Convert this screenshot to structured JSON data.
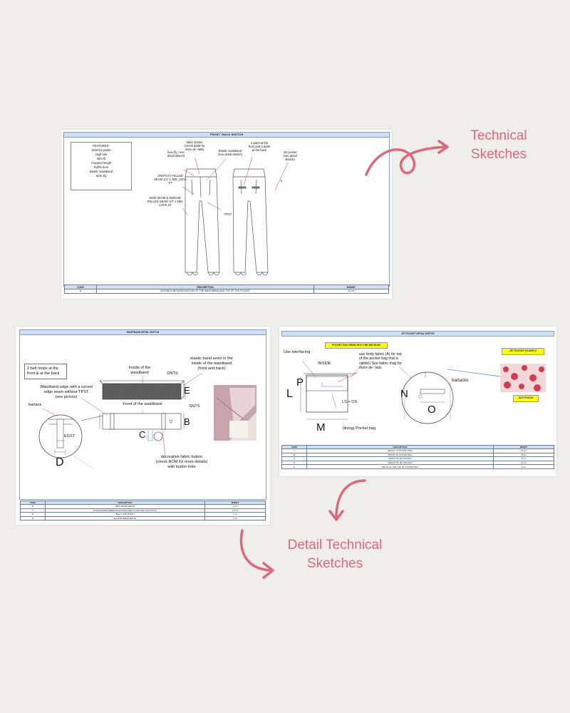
{
  "captions": {
    "technical_line1": "Technical",
    "technical_line2": "Sketches",
    "detail_line1": "Detail Technical",
    "detail_line2": "Sketches"
  },
  "colors": {
    "background": "#efeeea",
    "caption": "#d9697b",
    "header": "#cfe0f3",
    "highlight": "#ffff00"
  },
  "sheet1": {
    "header": "FRONT / BACK SKETCH",
    "features_title": "FEATURES:",
    "features": [
      "Stretchy pants",
      "High-rise",
      "Slim fit",
      "Cropped length",
      "Ruffle hem",
      "Elastic waistband",
      "Side zip"
    ],
    "callouts": {
      "fabric_button": "fabric button (check BOM for more de- tails)",
      "fly": "faux fly ( see detail sketch)",
      "elastic_waistband": "Elastic waistband (see detail sketch)",
      "darts": "2 darts at the front and 2 darts at the back",
      "jet_pocket": "Jet pocket (see detail sketch)",
      "crotch": "CROTCH: FELLED SEAM 1/4\" 1 NDL LOCK ST",
      "side_seam": "SIDE SEAM & INSEAM: FELLED SEAM 1/4\" 1 NDL LOCK ST",
      "tpst": "TPST",
      "a": "A"
    },
    "table": {
      "headers": [
        "CODE",
        "DESCRIPTION",
        "MSMNT"
      ],
      "rows": [
        [
          "A",
          "DISTANCE BETWEEN BOTOM OF THE WAISTBAND AND TOP OF THE POCKET",
          "12 cm"
        ]
      ]
    }
  },
  "sheet2": {
    "header": "WAISTBAND DETAIL SKETCH",
    "callouts": {
      "belt_loops": "2 belt loops at the front & at the back",
      "inside": "Inside of the waistband",
      "dnts": "DNTS",
      "elastic_band": "elastic band sewn in the inside of the waistband (front and back)",
      "waistband_edge": "Waistband edge with a turned edge seam without TPST (see picture)",
      "front": "Front of the waistband",
      "snts": "SNTS",
      "bartack": "bartack",
      "egst": "EGST",
      "decorative": "decorative fabric button (check BOM for more details) with button hole",
      "e": "E",
      "b": "B",
      "c": "C",
      "d": "D"
    },
    "table": {
      "headers": [
        "CODE",
        "DESCRIPTION",
        "MSMNT"
      ],
      "rows": [
        [
          "B",
          "WAISTBAND WIDTH",
          "4 cm"
        ],
        [
          "C",
          "DISTANCE BETWEEN FRON RIGHT BELT LOOP AND TOPSTITCH",
          "1.5 cm"
        ],
        [
          "D",
          "BELT LOOP WIDTH",
          "1 cm"
        ],
        [
          "E",
          "ELASTIC BAND WIDTH",
          "4 cm"
        ]
      ]
    }
  },
  "sheet3": {
    "header": "JET POCKET DETAIL SKETCH",
    "pocket_bag_note": "POCKET BAG SEWN INTO THE WB SEAM",
    "jet_pocket_example": "JET POCKET EXAMPLE",
    "slit_pouch": "SLIT POUCH",
    "callouts": {
      "use_interfacing": "Use interfacing",
      "inside": "INSIDE",
      "body_fabric": "use body fabric (A) for top of the pocket bag that is visible) See fabric map for more de- tails",
      "ls_os": "LS + OS",
      "lining": "(lining) Pocket bag",
      "bartacks": "bartacks",
      "l": "L",
      "p": "P",
      "m": "M",
      "n": "N",
      "o": "O"
    },
    "table": {
      "headers": [
        "CODE",
        "DESCRIPTION",
        "MSMNT"
      ],
      "rows": [
        [
          "L",
          "HEIGHT OF POCKET BAG",
          "12 cm"
        ],
        [
          "M",
          "WIDTH OF POCKET BAG",
          "15 cm"
        ],
        [
          "N",
          "WIDTH OF JET POCKET",
          "8 cm"
        ],
        [
          "O",
          "HEIGHT OF JET POCKET",
          "1.5 cm"
        ],
        [
          "P",
          "WIDTH OF THE TOP OF POCKET BAG",
          "5 cm"
        ]
      ]
    }
  }
}
